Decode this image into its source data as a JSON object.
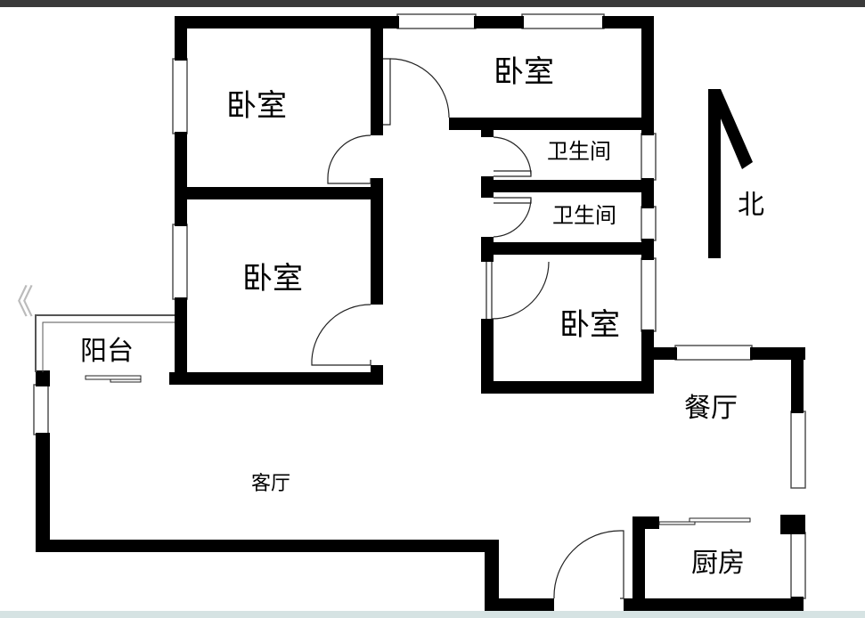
{
  "rooms": {
    "bedroom_nw": "卧室",
    "bedroom_n": "卧室",
    "bedroom_w": "卧室",
    "bedroom_e": "卧室",
    "bathroom_1": "卫生间",
    "bathroom_2": "卫生间",
    "balcony": "阳台",
    "living_room": "客厅",
    "dining_room": "餐厅",
    "kitchen": "厨房"
  },
  "compass": {
    "label": "北"
  },
  "nav": {
    "prev": "《"
  },
  "colors": {
    "wall": "#000000",
    "background": "#ffffff",
    "top_bar": "#3a3a3a",
    "bottom_bar": "#d6e3e3"
  }
}
